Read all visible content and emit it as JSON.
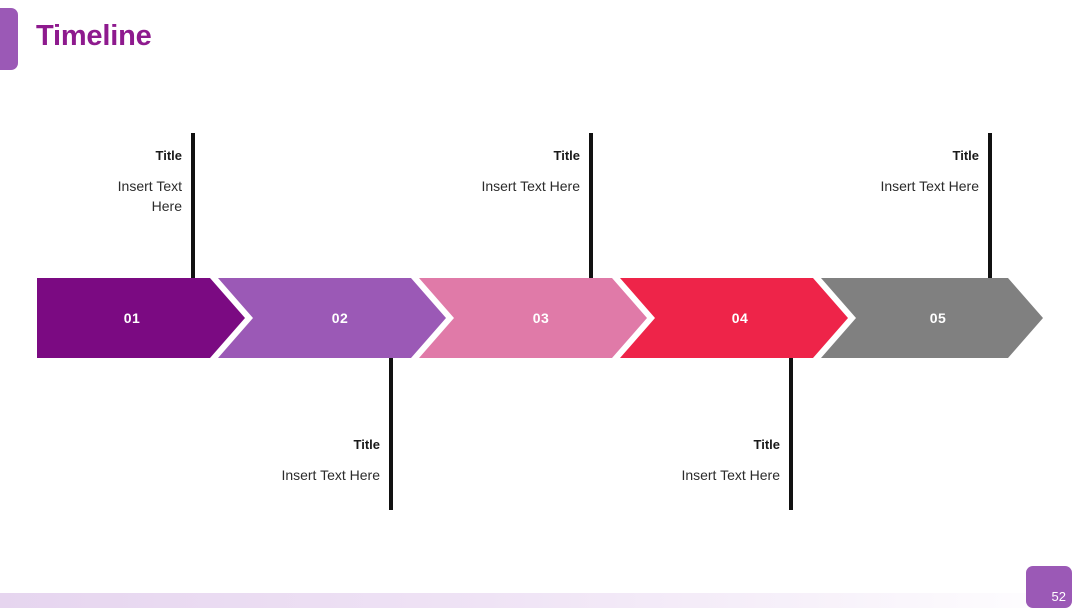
{
  "slide": {
    "title": "Timeline",
    "title_color": "#8E1A8E",
    "accent_color": "#9B59B6",
    "page_number": "52"
  },
  "timeline": {
    "steps": [
      {
        "number": "01",
        "color": "#7B0A82",
        "title": "Title",
        "body": "Insert Text\nHere",
        "position": "above"
      },
      {
        "number": "02",
        "color": "#9B59B6",
        "title": "Title",
        "body": "Insert Text Here",
        "position": "below"
      },
      {
        "number": "03",
        "color": "#E07AA8",
        "title": "Title",
        "body": "Insert Text Here",
        "position": "above"
      },
      {
        "number": "04",
        "color": "#EE2449",
        "title": "Title",
        "body": "Insert Text Here",
        "position": "below"
      },
      {
        "number": "05",
        "color": "#808080",
        "title": "Title",
        "body": "Insert Text Here",
        "position": "above"
      }
    ]
  }
}
